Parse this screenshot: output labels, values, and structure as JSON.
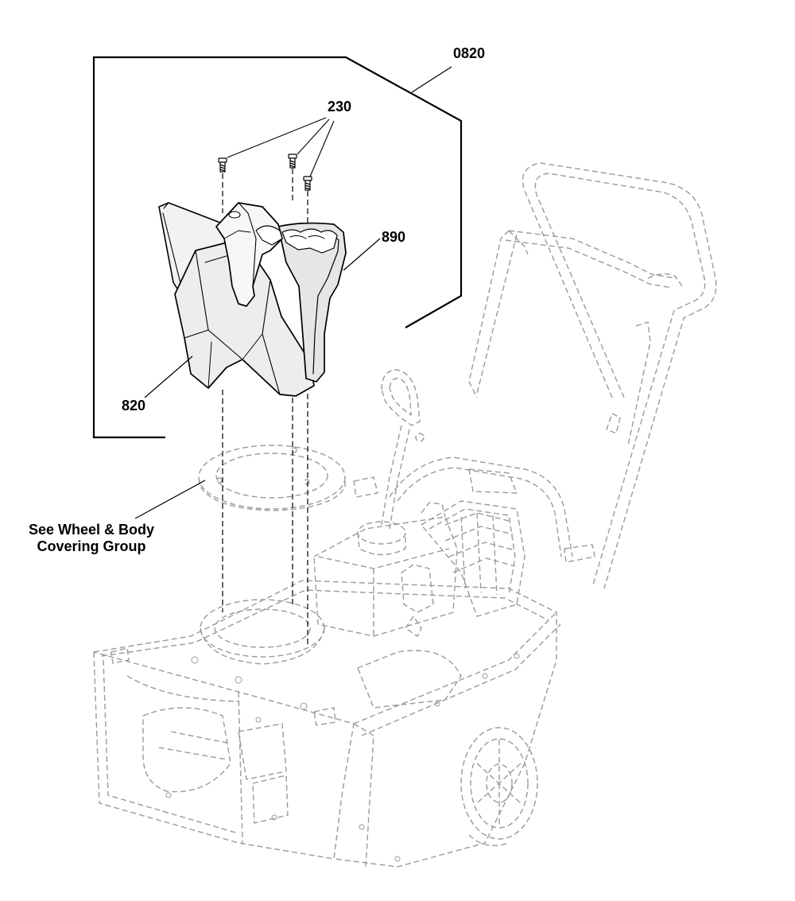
{
  "diagram": {
    "callouts": {
      "assembly": "0820",
      "screws": "230",
      "chute_ring": "890",
      "chute": "820"
    },
    "reference_note": [
      "See Wheel & Body",
      "Covering Group"
    ]
  }
}
